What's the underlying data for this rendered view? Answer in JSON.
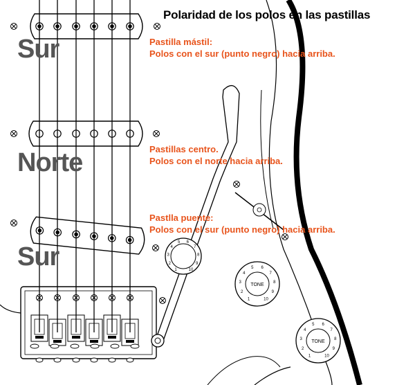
{
  "title": "Polaridad de los polos en las pastillas",
  "pickups": [
    {
      "label": "Sur",
      "line1": "Pastilla mástil:",
      "line2": "Polos con el sur (punto negro) hacia arriba."
    },
    {
      "label": "Norte",
      "line1": "Pastillas centro.",
      "line2": "Polos con el norte hacia arriba."
    },
    {
      "label": "Sur",
      "line1": "Pastlla puente:",
      "line2": "Polos con el sur (punto negro) hacia arriba."
    }
  ],
  "knobs": {
    "tone_label": "TONE",
    "tone2_label": "TONE"
  },
  "colors": {
    "note": "#e8541c",
    "big_label": "#555555"
  }
}
